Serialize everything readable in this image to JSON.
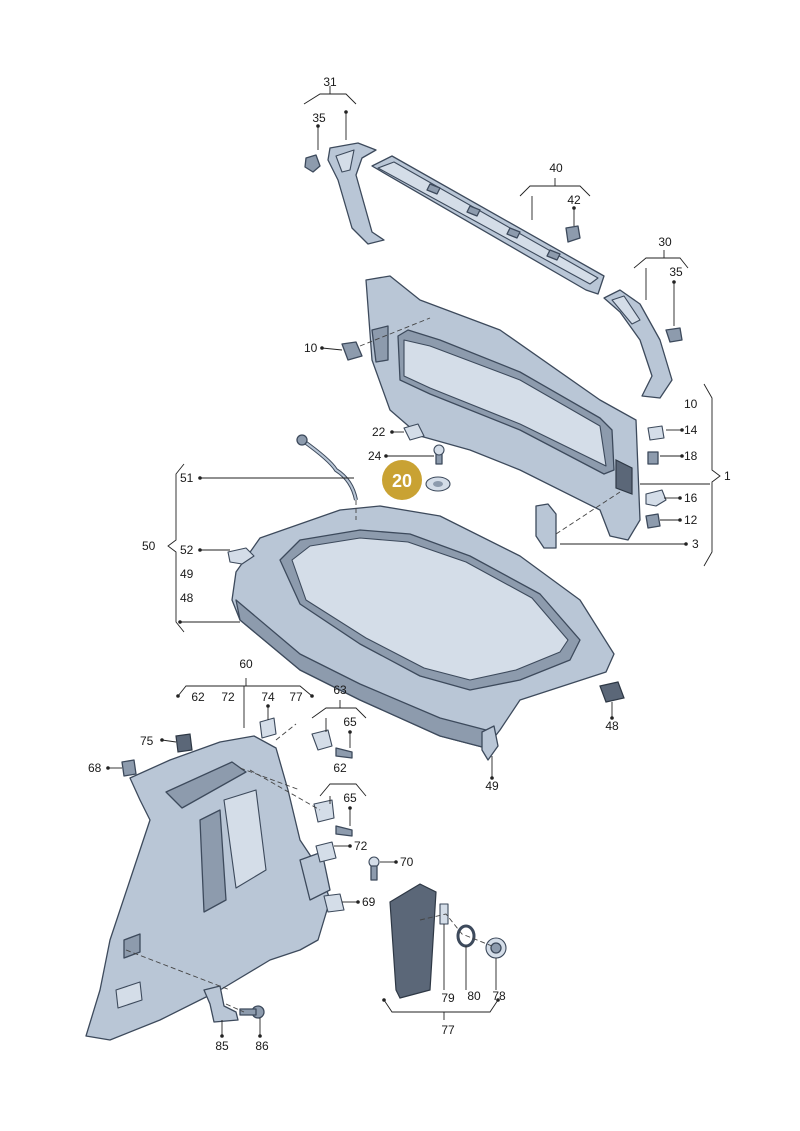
{
  "highlight": {
    "label": "20",
    "color": "#c9a233",
    "text_color": "#ffffff"
  },
  "part_color": "#b9c6d6",
  "labels": {
    "l31": "31",
    "l35a": "35",
    "l40": "40",
    "l42": "42",
    "l30": "30",
    "l35b": "35",
    "l10a": "10",
    "l10b": "10",
    "l14": "14",
    "l18": "18",
    "l1": "1",
    "l16": "16",
    "l12": "12",
    "l3": "3",
    "l22": "22",
    "l24": "24",
    "l51": "51",
    "l50": "50",
    "l52": "52",
    "l49a": "49",
    "l48a": "48",
    "l48b": "48",
    "l49b": "49",
    "l60": "60",
    "l62a": "62",
    "l72a": "72",
    "l74": "74",
    "l77a": "77",
    "l63": "63",
    "l65a": "65",
    "l62b": "62",
    "l65b": "65",
    "l72b": "72",
    "l70": "70",
    "l69": "69",
    "l75": "75",
    "l68": "68",
    "l79": "79",
    "l80": "80",
    "l78": "78",
    "l77b": "77",
    "l85": "85",
    "l86": "86"
  }
}
